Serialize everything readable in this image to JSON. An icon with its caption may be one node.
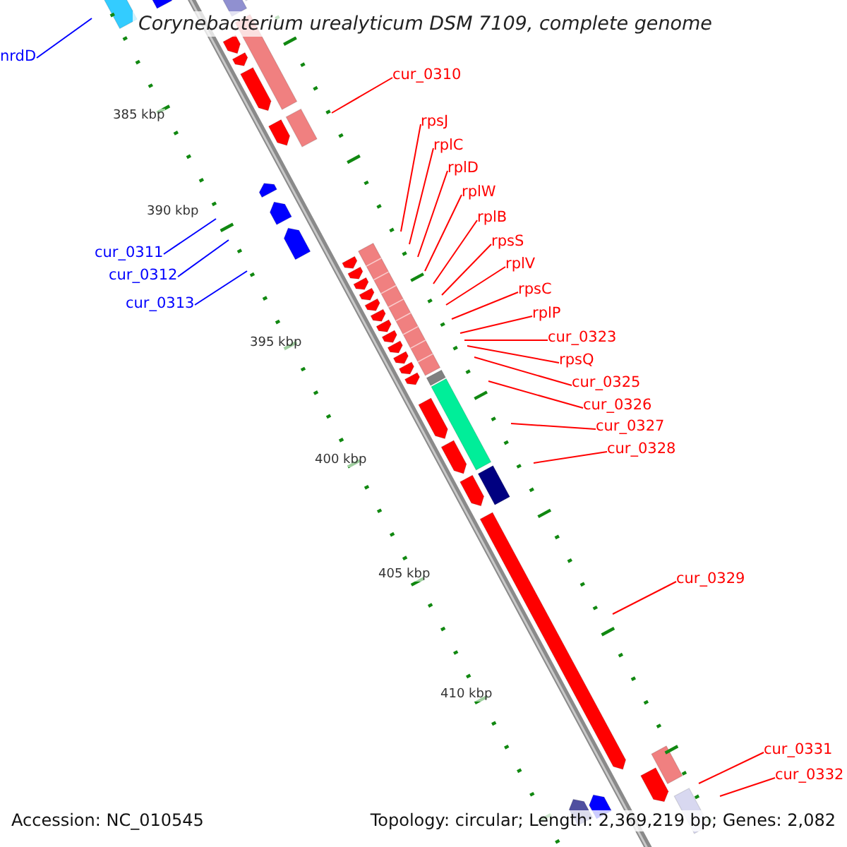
{
  "diagram": {
    "title": "Corynebacterium urealyticum DSM 7109, complete genome",
    "nodes": [
      {
        "text": [
          "nrdD"
        ]
      },
      {
        "text": [
          "cur_0310"
        ]
      },
      {
        "text": [
          "rpsJ"
        ]
      },
      {
        "text": [
          "rplC"
        ]
      },
      {
        "text": [
          "rplD"
        ]
      },
      {
        "text": [
          "rplW"
        ]
      },
      {
        "text": [
          "rplB"
        ]
      },
      {
        "text": [
          "rpsS"
        ]
      },
      {
        "text": [
          "rplV"
        ]
      },
      {
        "text": [
          "rpsC"
        ]
      },
      {
        "text": [
          "rplP"
        ]
      },
      {
        "text": [
          "cur_0323"
        ]
      },
      {
        "text": [
          "rpsQ"
        ]
      },
      {
        "text": [
          "cur_0325"
        ]
      },
      {
        "text": [
          "cur_0326"
        ]
      },
      {
        "text": [
          "cur_0327"
        ]
      },
      {
        "text": [
          "cur_0328"
        ]
      },
      {
        "text": [
          "cur_0329"
        ]
      },
      {
        "text": [
          "cur_0331"
        ]
      },
      {
        "text": [
          "cur_0332"
        ]
      },
      {
        "text": [
          "cur_0311"
        ]
      },
      {
        "text": [
          "cur_0312"
        ]
      },
      {
        "text": [
          "cur_0313"
        ]
      }
    ],
    "edges": [
      {
        "from": 0,
        "to": null,
        "arrow": "none",
        "color": "#0000ff"
      },
      {
        "from": 1,
        "to": null,
        "arrow": "none"
      },
      {
        "from": 2,
        "to": null,
        "arrow": "none"
      },
      {
        "from": 3,
        "to": null,
        "arrow": "none"
      },
      {
        "from": 4,
        "to": null,
        "arrow": "none"
      },
      {
        "from": 5,
        "to": null,
        "arrow": "none"
      },
      {
        "from": 6,
        "to": null,
        "arrow": "none"
      },
      {
        "from": 7,
        "to": null,
        "arrow": "none"
      },
      {
        "from": 8,
        "to": null,
        "arrow": "none"
      },
      {
        "from": 9,
        "to": null,
        "arrow": "none"
      },
      {
        "from": 10,
        "to": null,
        "arrow": "none"
      },
      {
        "from": 11,
        "to": null,
        "arrow": "none"
      },
      {
        "from": 12,
        "to": null,
        "arrow": "none"
      },
      {
        "from": 13,
        "to": null,
        "arrow": "none"
      },
      {
        "from": 14,
        "to": null,
        "arrow": "none"
      },
      {
        "from": 15,
        "to": null,
        "arrow": "none"
      },
      {
        "from": 16,
        "to": null,
        "arrow": "none"
      },
      {
        "from": 17,
        "to": null,
        "arrow": "none"
      },
      {
        "from": 18,
        "to": null,
        "arrow": "none"
      },
      {
        "from": 19,
        "to": null,
        "arrow": "none"
      },
      {
        "from": 20,
        "to": null,
        "arrow": "none",
        "color": "#0000ff"
      },
      {
        "from": 21,
        "to": null,
        "arrow": "none",
        "color": "#0000ff"
      },
      {
        "from": 22,
        "to": null,
        "arrow": "none",
        "color": "#0000ff"
      }
    ],
    "labels": [
      "385 kbp",
      "390 kbp",
      "395 kbp",
      "400 kbp",
      "405 kbp",
      "410 kbp",
      "Accession: NC_010545",
      "Topology: circular; Length: 2,369,219 bp; Genes: 2,082"
    ]
  }
}
